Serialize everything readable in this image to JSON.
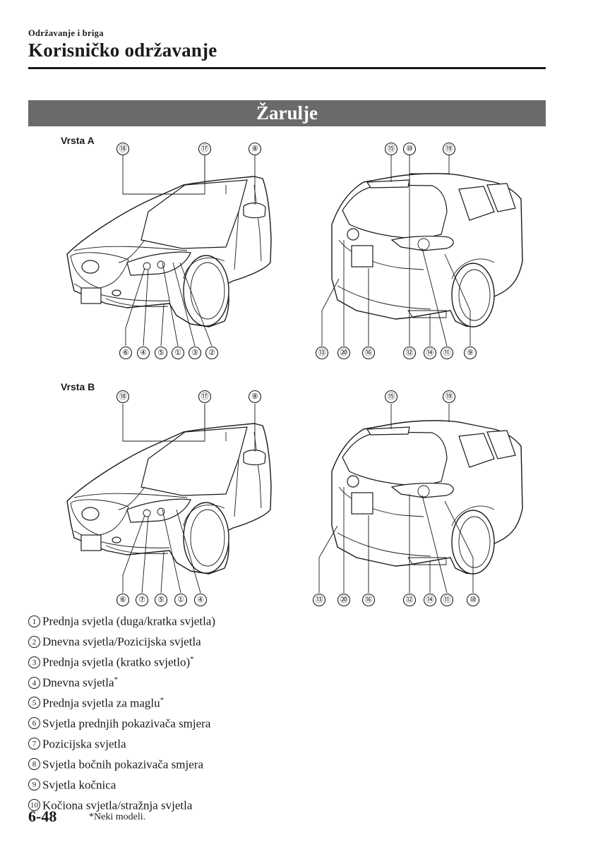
{
  "header": {
    "section_kicker": "Održavanje i briga",
    "section_title": "Korisničko održavanje"
  },
  "band_title": "Žarulje",
  "figures": [
    {
      "label": "Vrsta A",
      "front_top": [
        "⑱",
        "⑰",
        "⑧"
      ],
      "front_bottom": [
        "⑥",
        "④",
        "⑤",
        "①",
        "③",
        "②"
      ],
      "rear_top": [
        "⑮",
        "⑩",
        "⑲"
      ],
      "rear_bottom": [
        "⑬",
        "⑳",
        "⑯",
        "⑫",
        "⑭",
        "⑪",
        "⑨"
      ]
    },
    {
      "label": "Vrsta B",
      "front_top": [
        "⑱",
        "⑰",
        "⑧"
      ],
      "front_bottom": [
        "⑥",
        "⑦",
        "⑤",
        "①",
        "④"
      ],
      "rear_top": [
        "⑮",
        "⑲"
      ],
      "rear_bottom": [
        "⑬",
        "⑳",
        "⑯",
        "⑫",
        "⑭",
        "⑪",
        "⑩"
      ]
    }
  ],
  "legend": [
    {
      "num": "1",
      "text": "Prednja svjetla (duga/kratka svjetla)",
      "asterisk": ""
    },
    {
      "num": "2",
      "text": "Dnevna svjetla/Pozicijska svjetla",
      "asterisk": ""
    },
    {
      "num": "3",
      "text": "Prednja svjetla (kratko svjetlo)",
      "asterisk": "*"
    },
    {
      "num": "4",
      "text": "Dnevna svjetla",
      "asterisk": "*"
    },
    {
      "num": "5",
      "text": "Prednja svjetla za maglu",
      "asterisk": "*"
    },
    {
      "num": "6",
      "text": "Svjetla prednjih pokazivača smjera",
      "asterisk": ""
    },
    {
      "num": "7",
      "text": "Pozicijska svjetla",
      "asterisk": ""
    },
    {
      "num": "8",
      "text": "Svjetla bočnih pokazivača smjera",
      "asterisk": ""
    },
    {
      "num": "9",
      "text": "Svjetla kočnica",
      "asterisk": ""
    },
    {
      "num": "10",
      "text": "Kočiona svjetla/stražnja svjetla",
      "asterisk": ""
    }
  ],
  "footer": {
    "page_number": "6-48",
    "footnote": "*Neki modeli."
  }
}
